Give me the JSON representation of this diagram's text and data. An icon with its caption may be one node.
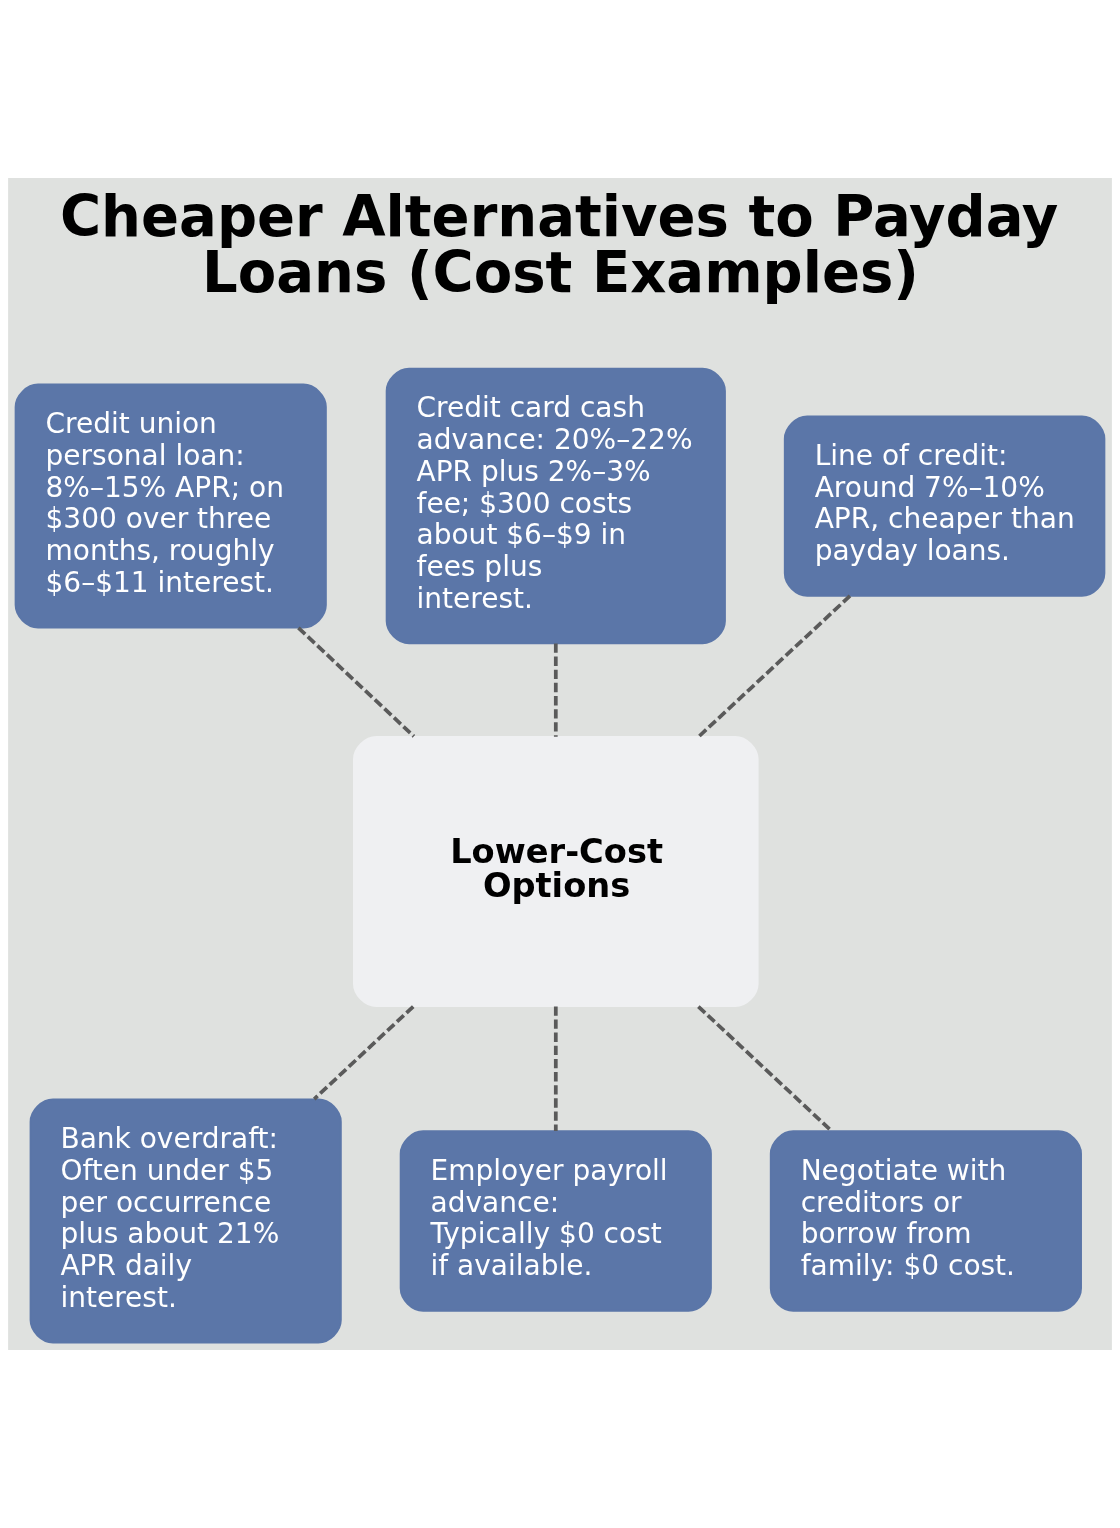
{
  "diagram": {
    "title": "Cheaper Alternatives to Payday Loans (Cost Examples)",
    "nodes": [
      {
        "text": [
          "Credit union personal loan: 8%–15% APR; on $300 over three months, roughly $6–$11 interest."
        ]
      },
      {
        "text": [
          "Credit card cash advance: 20%–22% APR plus 2%–3% fee; $300 costs about $6–$9 in fees plus interest."
        ]
      },
      {
        "text": [
          "Line of credit: Around 7%–10% APR, cheaper than payday loans."
        ]
      },
      {
        "text": [
          "Lower-Cost Options"
        ]
      },
      {
        "text": [
          "Bank overdraft: Often under $5 per occurrence plus about 21% APR daily interest."
        ]
      },
      {
        "text": [
          "Employer payroll advance: Typically $0 cost if available."
        ]
      },
      {
        "text": [
          "Negotiate with creditors or borrow from family: $0 cost."
        ]
      }
    ],
    "edges": [
      {
        "from": 0,
        "to": 3,
        "arrow": "none",
        "style": "dashed"
      },
      {
        "from": 1,
        "to": 3,
        "arrow": "none",
        "style": "dashed"
      },
      {
        "from": 2,
        "to": 3,
        "arrow": "none",
        "style": "dashed"
      },
      {
        "from": 3,
        "to": 4,
        "arrow": "none",
        "style": "dashed"
      },
      {
        "from": 3,
        "to": 5,
        "arrow": "none",
        "style": "dashed"
      },
      {
        "from": 3,
        "to": 6,
        "arrow": "none",
        "style": "dashed"
      }
    ]
  }
}
